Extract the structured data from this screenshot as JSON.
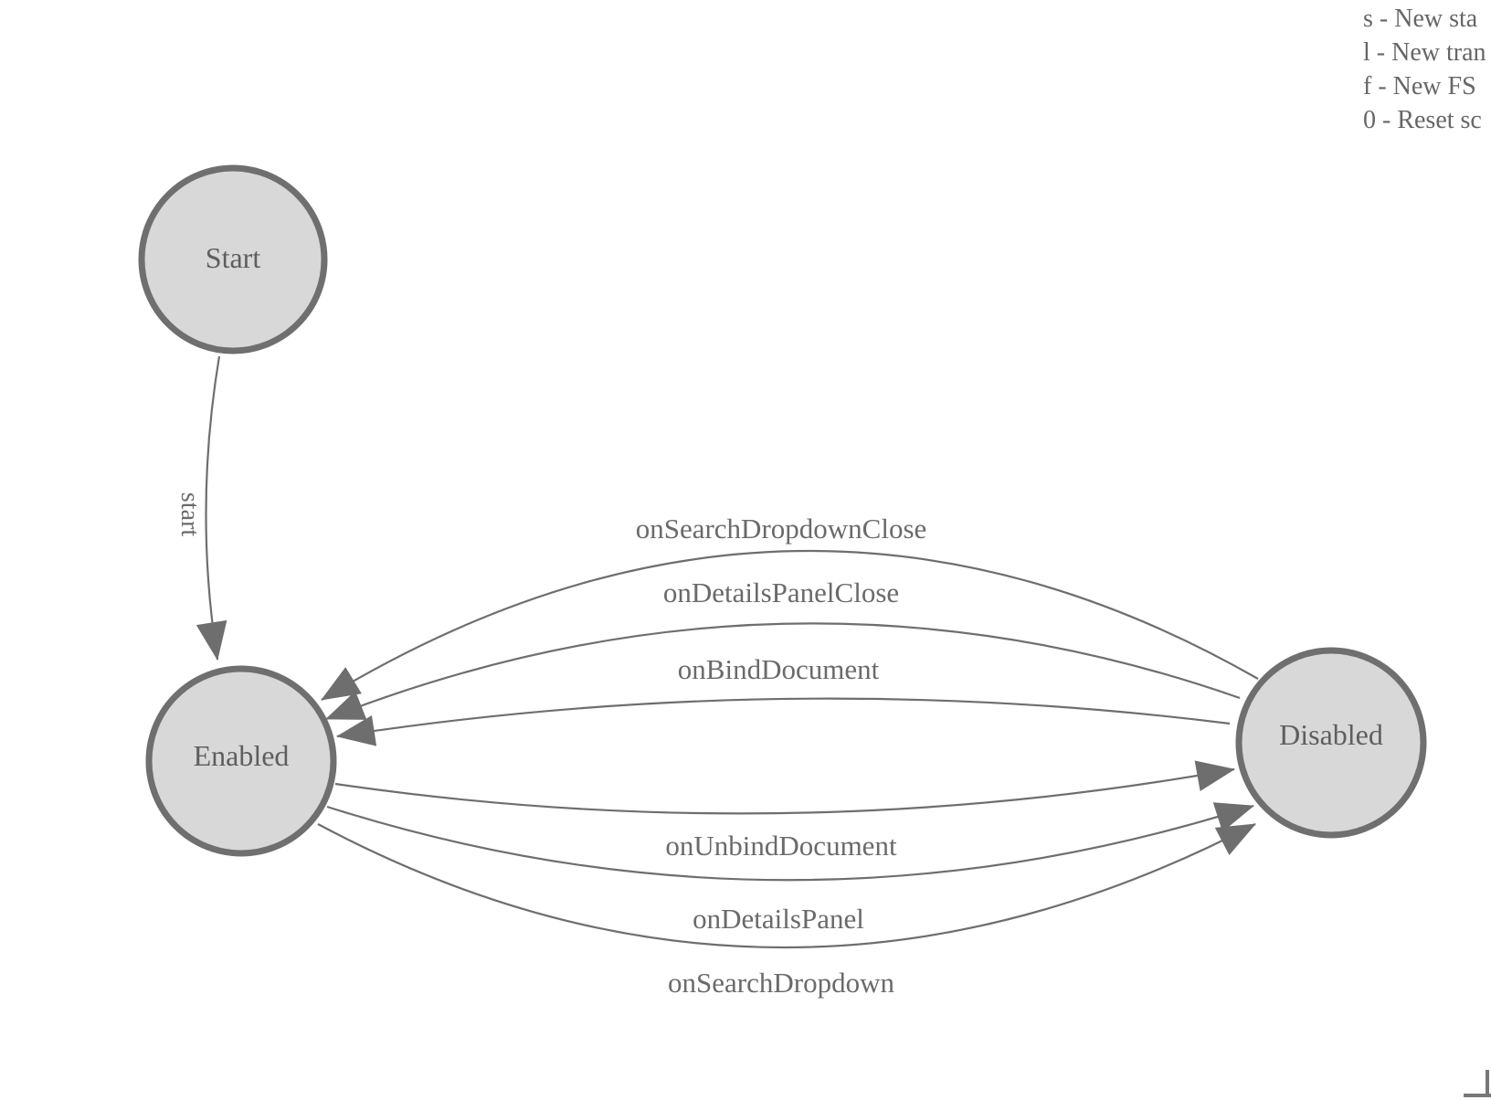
{
  "legend": {
    "lines": [
      "s - New sta",
      "l - New tran",
      "f - New FS",
      "0 - Reset sc"
    ]
  },
  "diagram": {
    "states": [
      {
        "name": "start-state",
        "label": "Start"
      },
      {
        "name": "enabled-state",
        "label": "Enabled"
      },
      {
        "name": "disabled-state",
        "label": "Disabled"
      }
    ],
    "transitions": [
      {
        "name": "start",
        "label": "start",
        "from": "Start",
        "to": "Enabled"
      },
      {
        "name": "onSearchDropdownClose",
        "label": "onSearchDropdownClose",
        "from": "Disabled",
        "to": "Enabled"
      },
      {
        "name": "onDetailsPanelClose",
        "label": "onDetailsPanelClose",
        "from": "Disabled",
        "to": "Enabled"
      },
      {
        "name": "onBindDocument",
        "label": "onBindDocument",
        "from": "Disabled",
        "to": "Enabled"
      },
      {
        "name": "onUnbindDocument",
        "label": "onUnbindDocument",
        "from": "Enabled",
        "to": "Disabled"
      },
      {
        "name": "onDetailsPanel",
        "label": "onDetailsPanel",
        "from": "Enabled",
        "to": "Disabled"
      },
      {
        "name": "onSearchDropdown",
        "label": "onSearchDropdown",
        "from": "Enabled",
        "to": "Disabled"
      }
    ]
  },
  "colors": {
    "background": "#ffffff",
    "state_fill": "#d8d8d8",
    "state_stroke": "#6f6f6f",
    "edge_stroke": "#6e6e6e",
    "arrow_fill": "#6e6e6e",
    "state_text": "#5e5e5e",
    "edge_text": "#6a6a6a",
    "legend_text": "#666666",
    "corner_mark": "#777777"
  }
}
